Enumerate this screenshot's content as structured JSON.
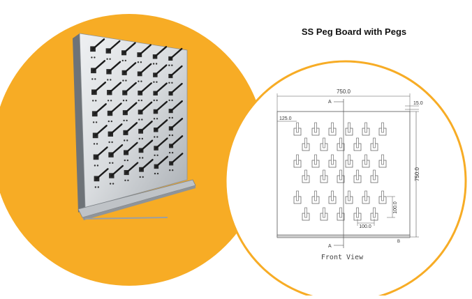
{
  "title": "SS Peg Board with Pegs",
  "colors": {
    "accent": "#F7AC25",
    "accent_dark": "#E89A14",
    "steel_light": "#D9DCDF",
    "steel_mid": "#A9AEB3",
    "steel_dark": "#6E7378",
    "peg": "#1B1B1B",
    "line": "#555555"
  },
  "photo": {
    "rows": 7,
    "cols": 6,
    "description_icon": "steel-pegboard-photo"
  },
  "drawing": {
    "view_label": "Front View",
    "dimensions": {
      "overall_width": "750.0",
      "overall_height": "750.0",
      "edge_offset": "125.0",
      "side_thickness": "15.0",
      "peg_pitch_horizontal": "100.0",
      "peg_pitch_vertical": "100.0"
    },
    "section_marker_top": "A",
    "section_marker_bottom": "A",
    "corner_marker": "B"
  }
}
